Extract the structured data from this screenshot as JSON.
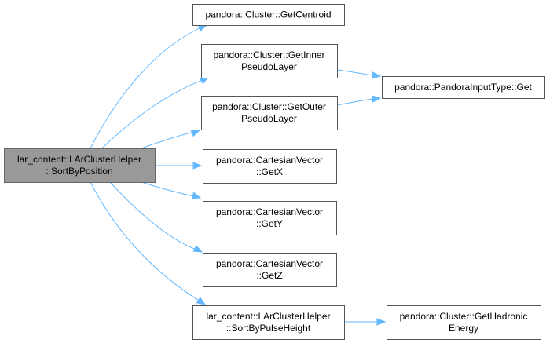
{
  "diagram": {
    "edge_color": "#63b8ff",
    "root_fill": "#999999",
    "node_fill": "#ffffff",
    "nodes": [
      {
        "id": "n0",
        "lines": [
          "lar_content::LArClusterHelper",
          "::SortByPosition"
        ],
        "root": true
      },
      {
        "id": "n1",
        "lines": [
          "pandora::Cluster::GetCentroid"
        ]
      },
      {
        "id": "n2",
        "lines": [
          "pandora::Cluster::GetInner",
          "PseudoLayer"
        ]
      },
      {
        "id": "n3",
        "lines": [
          "pandora::PandoraInputType::Get"
        ]
      },
      {
        "id": "n4",
        "lines": [
          "pandora::Cluster::GetOuter",
          "PseudoLayer"
        ]
      },
      {
        "id": "n5",
        "lines": [
          "pandora::CartesianVector",
          "::GetX"
        ]
      },
      {
        "id": "n6",
        "lines": [
          "pandora::CartesianVector",
          "::GetY"
        ]
      },
      {
        "id": "n7",
        "lines": [
          "pandora::CartesianVector",
          "::GetZ"
        ]
      },
      {
        "id": "n8",
        "lines": [
          "lar_content::LArClusterHelper",
          "::SortByPulseHeight"
        ]
      },
      {
        "id": "n9",
        "lines": [
          "pandora::Cluster::GetHadronic",
          "Energy"
        ]
      }
    ],
    "edges": [
      {
        "from": "n0",
        "to": "n1"
      },
      {
        "from": "n0",
        "to": "n2"
      },
      {
        "from": "n0",
        "to": "n4"
      },
      {
        "from": "n0",
        "to": "n5"
      },
      {
        "from": "n0",
        "to": "n6"
      },
      {
        "from": "n0",
        "to": "n7"
      },
      {
        "from": "n0",
        "to": "n8"
      },
      {
        "from": "n2",
        "to": "n3"
      },
      {
        "from": "n4",
        "to": "n3"
      },
      {
        "from": "n8",
        "to": "n9"
      }
    ]
  }
}
